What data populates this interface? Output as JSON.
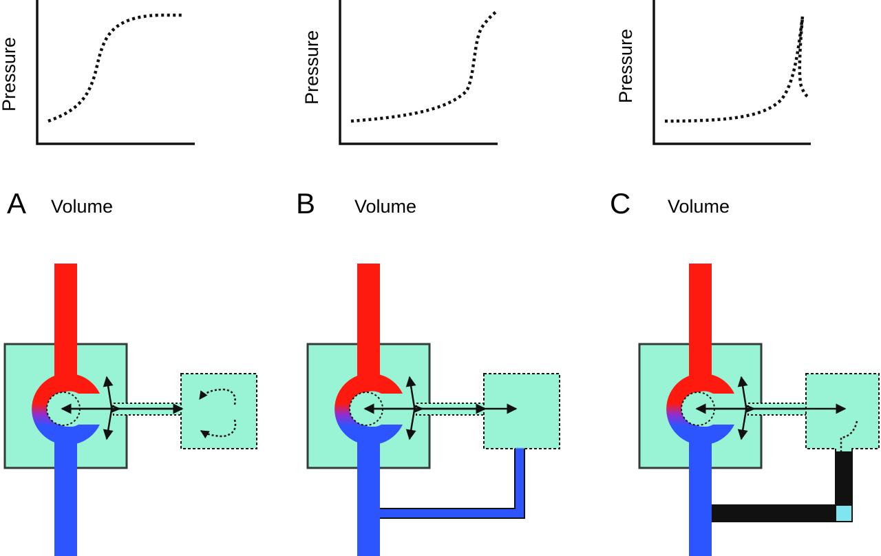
{
  "panels": [
    {
      "letter": "A",
      "xlabel": "Volume",
      "ylabel": "Pressure"
    },
    {
      "letter": "B",
      "xlabel": "Volume",
      "ylabel": "Pressure"
    },
    {
      "letter": "C",
      "xlabel": "Volume",
      "ylabel": "Pressure"
    }
  ],
  "colors": {
    "artery": "#ff1a0f",
    "vein": "#2d55ff",
    "box_fill": "#99f4d6",
    "box_border": "#333d38",
    "arrow": "#111111",
    "leak_light": "#7fe6f0"
  }
}
